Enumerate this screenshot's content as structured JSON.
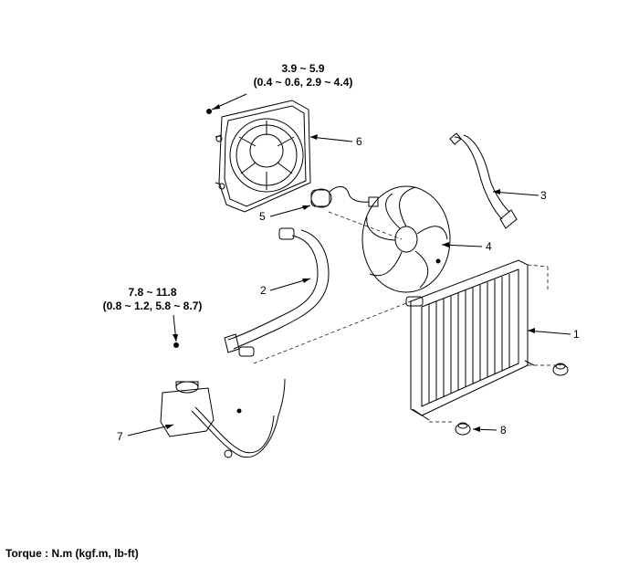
{
  "torque_fan_shroud": {
    "line1": "3.9 ~ 5.9",
    "line2": "(0.4 ~ 0.6, 2.9 ~ 4.4)"
  },
  "torque_reservoir": {
    "line1": "7.8 ~ 11.8",
    "line2": "(0.8 ~ 1.2, 5.8 ~ 8.7)"
  },
  "callouts": {
    "n1": "1",
    "n2": "2",
    "n3": "3",
    "n4": "4",
    "n5": "5",
    "n6": "6",
    "n7": "7",
    "n8": "8"
  },
  "footer": {
    "torque_units": "Torque : N.m (kgf.m, lb-ft)"
  },
  "colors": {
    "line": "#000000",
    "background": "#ffffff"
  }
}
